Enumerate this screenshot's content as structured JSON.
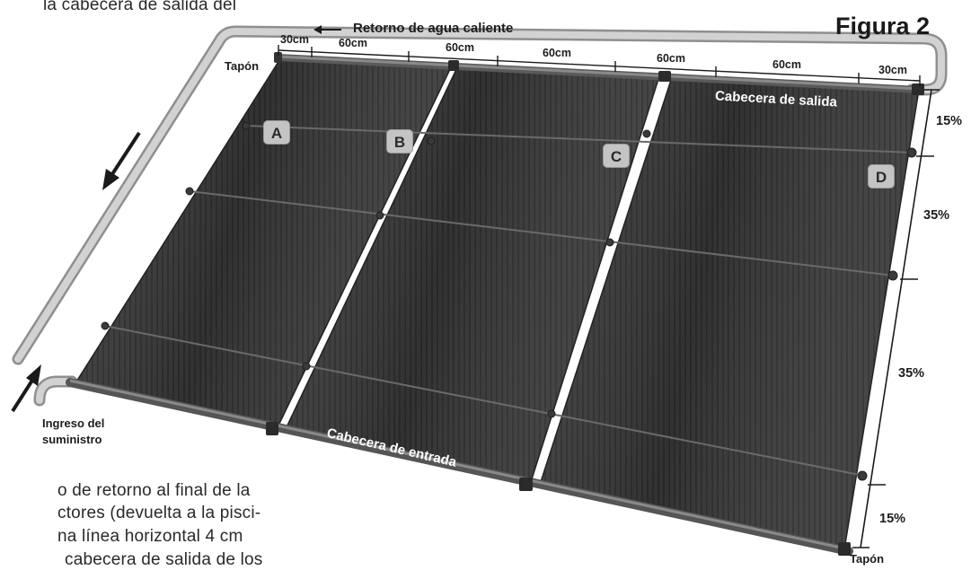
{
  "figure_title": "Figura 2",
  "text_fragments": {
    "top": "la cabecera de salida del",
    "bottom_1": "o de retorno al final de la",
    "bottom_2": "ctores (devuelta a la pisci-",
    "bottom_3": "na línea horizontal 4 cm",
    "bottom_4": "cabecera de salida de los"
  },
  "labels": {
    "return_line": "Retorno de agua caliente",
    "plug_top": "Tapón",
    "plug_bottom": "Tapón",
    "outlet_header": "Cabecera de salida",
    "inlet_header": "Cabecera de entrada",
    "supply_1": "Ingreso del",
    "supply_2": "suministro"
  },
  "points": [
    "A",
    "B",
    "C",
    "D"
  ],
  "measurements": [
    "30cm",
    "60cm",
    "60cm",
    "60cm",
    "60cm",
    "60cm",
    "30cm"
  ],
  "percentages": [
    "15%",
    "35%",
    "35%",
    "15%"
  ],
  "colors": {
    "panel": "#3b3b3b",
    "panel_dark": "#262626",
    "pipe": "#c9c9c9",
    "label_box": "#c4c4c4"
  }
}
